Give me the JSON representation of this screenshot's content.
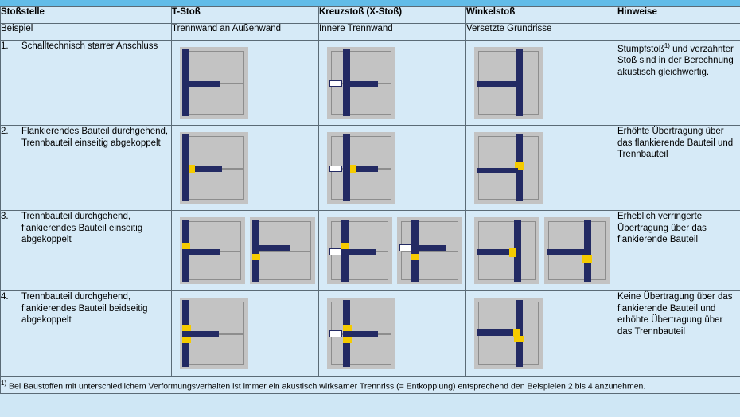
{
  "table": {
    "columns": [
      {
        "key": "stossstelle",
        "header": "Stoßstelle",
        "sub": "Beispiel"
      },
      {
        "key": "tstoss",
        "header": "T-Stoß",
        "sub": "Trennwand an Außenwand"
      },
      {
        "key": "kreuzstoss",
        "header": "Kreuzstoß (X-Stoß)",
        "sub": "Innere Trennwand"
      },
      {
        "key": "winkelstoss",
        "header": "Winkelstoß",
        "sub": "Versetzte Grundrisse"
      },
      {
        "key": "hinweise",
        "header": "Hinweise",
        "sub": ""
      }
    ],
    "rows": [
      {
        "number": "1.",
        "description": "Schalltechnisch starrer Anschluss",
        "notes": "Stumpfstoß1) und verzahnter Stoß sind in der Berechnung akustisch gleichwertig.",
        "notes_pre": "Stumpfstoß",
        "notes_sup": "1)",
        "notes_post": " und verzahnter Stoß sind in der Berechnung akustisch gleichwertig."
      },
      {
        "number": "2.",
        "description": "Flankierendes Bauteil durchgehend, Trennbauteil einseitig abgekoppelt",
        "notes": "Erhöhte Übertragung über das flankierende Bauteil und Trennbauteil"
      },
      {
        "number": "3.",
        "description": "Trennbauteil durchgehend, flankierendes Bauteil einseitig abgekoppelt",
        "notes": "Erheblich verringerte Übertragung über das flankierende Bauteil"
      },
      {
        "number": "4.",
        "description": "Trennbauteil durchgehend, flankierendes Bauteil beidseitig abgekoppelt",
        "notes": "Keine Übertragung über das flankierende Bauteil und erhöhte Übertragung über das Trennbauteil"
      }
    ],
    "footnote_marker": "1)",
    "footnote": " Bei Baustoffen mit unterschiedlichem Verformungsverhalten ist immer ein akustisch wirksamer Trennriss (= Entkopplung) entsprechend den Beispielen 2 bis 4 anzunehmen."
  },
  "colors": {
    "header_band": "#62bce8",
    "header_cell": "#aadcf0",
    "body_cell": "#d6eaf7",
    "page_bg": "#cfe7f5",
    "wall_navy": "#232a63",
    "decoupling_yellow": "#f5cb00",
    "plate_gray": "#c3c3c3",
    "plate_border": "#8d8d8d",
    "grid_line": "#5b6b76"
  },
  "diagrams": {
    "legend": {
      "navy_bar": "massive wall element",
      "yellow_block": "acoustic decoupling joint",
      "white_stub": "continuation of separating wall"
    }
  }
}
